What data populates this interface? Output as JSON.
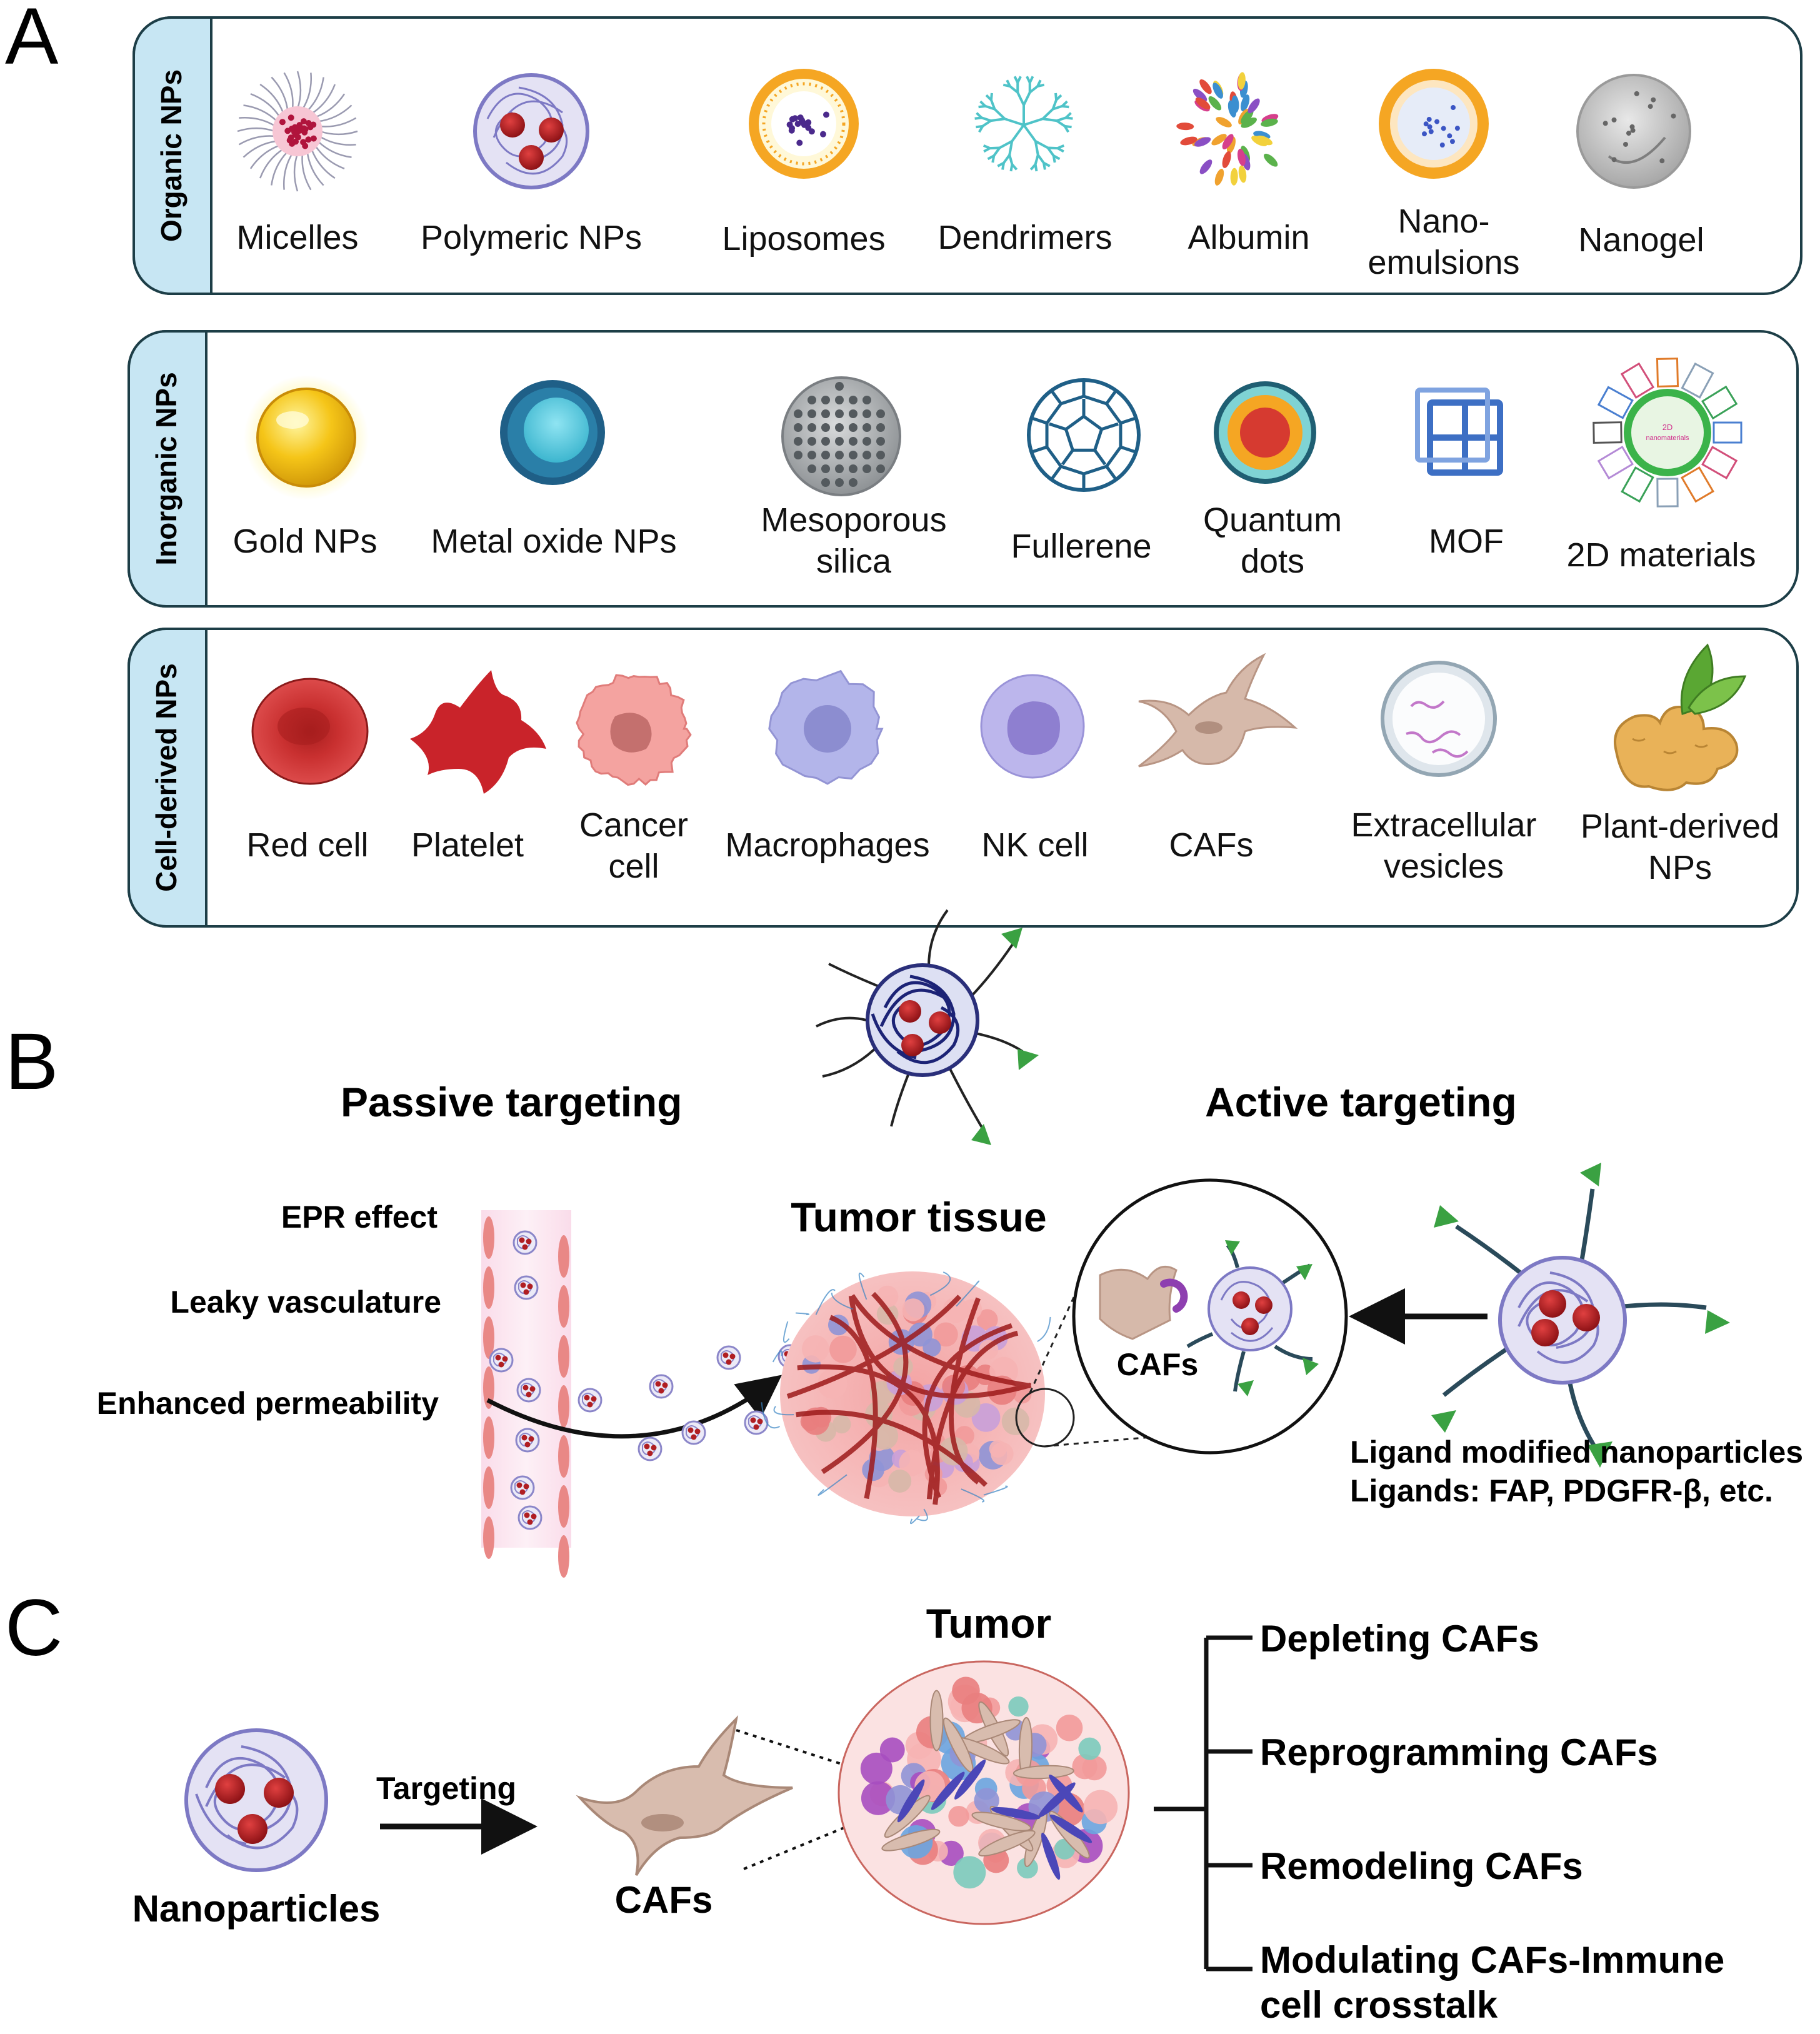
{
  "panels": {
    "a": {
      "letter": "A"
    },
    "b": {
      "letter": "B"
    },
    "c": {
      "letter": "C"
    }
  },
  "panel_a": {
    "sections": [
      {
        "title": "Organic NPs",
        "items": [
          [
            "Micelles"
          ],
          [
            "Polymeric NPs"
          ],
          [
            "Liposomes"
          ],
          [
            "Dendrimers"
          ],
          [
            "Albumin"
          ],
          [
            "Nano-",
            "emulsions"
          ],
          [
            "Nanogel"
          ]
        ]
      },
      {
        "title": "Inorganic NPs",
        "items": [
          [
            "Gold NPs"
          ],
          [
            "Metal oxide NPs"
          ],
          [
            "Mesoporous",
            "silica"
          ],
          [
            "Fullerene"
          ],
          [
            "Quantum",
            "dots"
          ],
          [
            "MOF"
          ],
          [
            "2D materials"
          ]
        ]
      },
      {
        "title": "Cell-derived NPs",
        "items": [
          [
            "Red cell"
          ],
          [
            "Platelet"
          ],
          [
            "Cancer",
            "cell"
          ],
          [
            "Macrophages"
          ],
          [
            "NK cell"
          ],
          [
            "CAFs"
          ],
          [
            "Extracellular",
            "vesicles"
          ],
          [
            "Plant-derived",
            "NPs"
          ]
        ]
      }
    ],
    "twod_badge": [
      "2D",
      "nanomaterials"
    ]
  },
  "panel_b": {
    "passive_title": "Passive targeting",
    "active_title": "Active targeting",
    "epr": "EPR effect",
    "leaky": "Leaky vasculature",
    "enhanced": "Enhanced permeability",
    "tumor_tissue": "Tumor tissue",
    "cafs": "CAFs",
    "ligand_line1": "Ligand modified nanoparticles",
    "ligand_line2": "Ligands: FAP, PDGFR-β, etc."
  },
  "panel_c": {
    "tumor": "Tumor",
    "nanoparticles": "Nanoparticles",
    "targeting": "Targeting",
    "cafs": "CAFs",
    "outcomes": [
      [
        "Depleting CAFs"
      ],
      [
        "Reprogramming CAFs"
      ],
      [
        "Remodeling CAFs"
      ],
      [
        "Modulating CAFs-Immune",
        "cell crosstalk"
      ]
    ]
  },
  "colors": {
    "section_tab": "#c7e6f3",
    "ligand": "#3aa142",
    "nanoparticle_core": "#b01e22",
    "polymer": "#7d79c4",
    "red_cell": "#c9302c",
    "caf": "#d4b5a6"
  }
}
